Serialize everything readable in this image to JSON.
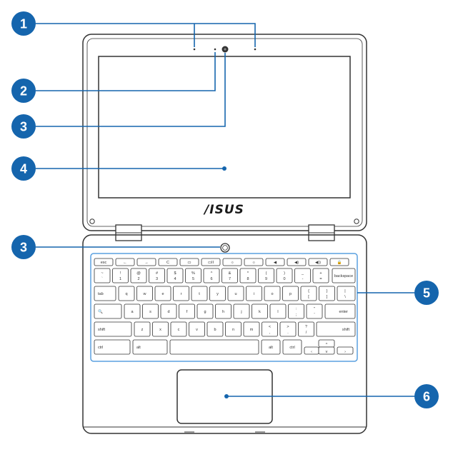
{
  "callouts": [
    {
      "id": "c1",
      "number": "1"
    },
    {
      "id": "c2",
      "number": "2"
    },
    {
      "id": "c3a",
      "number": "3"
    },
    {
      "id": "c4",
      "number": "4"
    },
    {
      "id": "c3b",
      "number": "3"
    },
    {
      "id": "c5",
      "number": "5"
    },
    {
      "id": "c6",
      "number": "6"
    }
  ],
  "logo": "/ISUS",
  "keyboard": {
    "fn_row": [
      "esc",
      "←",
      "→",
      "C",
      "▭",
      "▭II",
      "☼",
      "☼",
      "◀",
      "◀)",
      "◀))",
      "🔒"
    ],
    "row1_top": [
      "~",
      "!",
      "@",
      "#",
      "$",
      "%",
      "^",
      "&",
      "*",
      "(",
      ")",
      "_",
      "+"
    ],
    "row1_bottom": [
      "`",
      "1",
      "2",
      "3",
      "4",
      "5",
      "6",
      "7",
      "8",
      "9",
      "0",
      "-",
      "="
    ],
    "backspace": "backspace",
    "tab": "tab",
    "row2": [
      "q",
      "w",
      "e",
      "r",
      "t",
      "y",
      "u",
      "i",
      "o",
      "p"
    ],
    "row2_sym_top": [
      "{",
      "}",
      "|"
    ],
    "row2_sym_bottom": [
      "[",
      "]",
      "\\"
    ],
    "search": "🔍",
    "row3": [
      "a",
      "s",
      "d",
      "f",
      "g",
      "h",
      "j",
      "k",
      "l"
    ],
    "row3_sym_top": [
      ":",
      "\""
    ],
    "row3_sym_bottom": [
      ";",
      "'"
    ],
    "enter": "enter",
    "shift_left": "shift",
    "row4": [
      "z",
      "x",
      "c",
      "v",
      "b",
      "n",
      "m"
    ],
    "row4_sym_top": [
      "<",
      ">",
      "?"
    ],
    "row4_sym_bottom": [
      ",",
      ".",
      "/"
    ],
    "shift_right": "shift",
    "ctrl_left": "ctrl",
    "alt_left": "alt",
    "alt_right": "alt",
    "ctrl_right": "ctrl",
    "arrows": [
      "‹",
      "^",
      "v",
      "›"
    ]
  },
  "colors": {
    "callout": "#1565ad",
    "leader": "#1565ad",
    "outline": "#333333",
    "highlight": "#5aa0e0"
  }
}
